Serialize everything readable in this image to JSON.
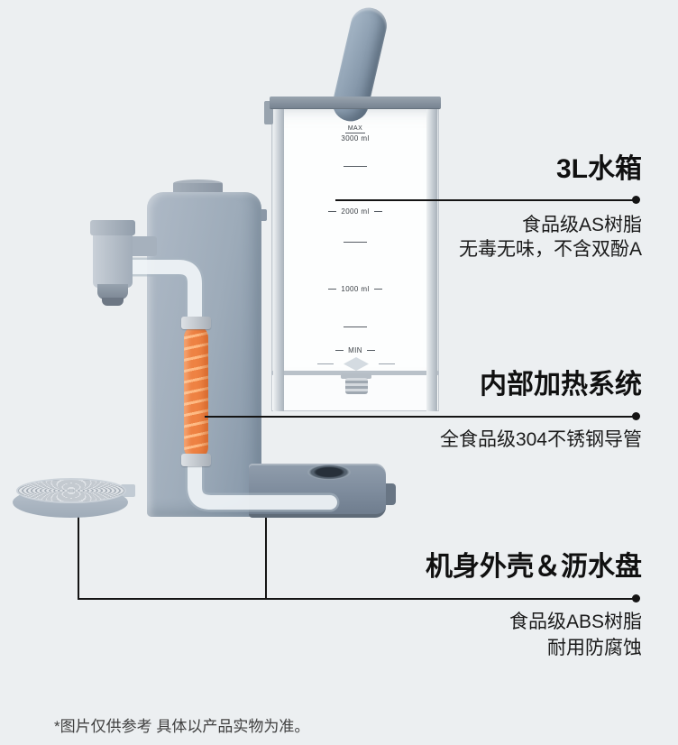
{
  "colors": {
    "background": "#eceff1",
    "accent_orange": "#ee8243",
    "machine_gray_blue": "#9dabb9",
    "text": "#141414"
  },
  "tank_scale": {
    "max_label": "MAX",
    "max_value": "3000 ml",
    "level_2000": "2000 ml",
    "level_1000": "1000 ml",
    "min_label": "MIN"
  },
  "annotations": [
    {
      "title": "3L水箱",
      "lines": [
        "食品级AS树脂",
        "无毒无味，不含双酚A"
      ]
    },
    {
      "title": "内部加热系统",
      "lines": [
        "全食品级304不锈钢导管"
      ]
    },
    {
      "title": "机身外壳＆沥水盘",
      "lines": [
        "食品级ABS树脂",
        "耐用防腐蚀"
      ]
    }
  ],
  "footer": {
    "disclaimer": "*图片仅供参考 具体以产品实物为准。"
  }
}
